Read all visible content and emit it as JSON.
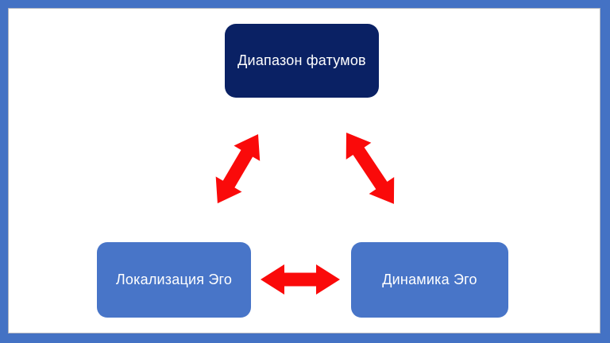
{
  "slide": {
    "background": "#ffffff",
    "frame_color": "#4472c4"
  },
  "diagram": {
    "arrow_color": "#fa0a0a",
    "nodes": [
      {
        "id": "fatum-range",
        "label": "Диапазон фатумов",
        "fill": "#0a2164",
        "text_color": "#ffffff"
      },
      {
        "id": "ego-localization",
        "label": "Локализация Эго",
        "fill": "#4875c8",
        "text_color": "#ffffff"
      },
      {
        "id": "ego-dynamics",
        "label": "Динамика Эго",
        "fill": "#4875c8",
        "text_color": "#ffffff"
      }
    ],
    "connectors": [
      {
        "id": "fatum-range--ego-localization",
        "type": "double-arrow",
        "from": "fatum-range",
        "to": "ego-localization"
      },
      {
        "id": "fatum-range--ego-dynamics",
        "type": "double-arrow",
        "from": "fatum-range",
        "to": "ego-dynamics"
      },
      {
        "id": "ego-localization--ego-dynamics",
        "type": "double-arrow",
        "from": "ego-localization",
        "to": "ego-dynamics"
      }
    ]
  }
}
